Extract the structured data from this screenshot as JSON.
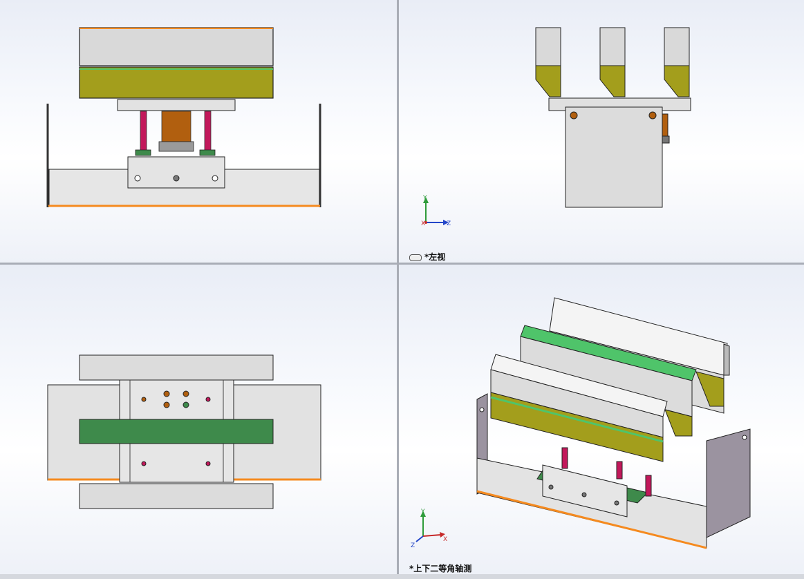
{
  "viewports": {
    "top_left": {
      "label": ""
    },
    "top_right": {
      "label": "*左视",
      "axes": {
        "y": "Y",
        "x": "X",
        "z": "Z"
      }
    },
    "bottom_left": {
      "label": ""
    },
    "bottom_right": {
      "label": "*上下二等角轴测",
      "axes": {
        "y": "Y",
        "x": "X",
        "z": "Z"
      }
    }
  },
  "colors": {
    "olive": "#a39e1c",
    "gray_block": "#d9d9d9",
    "green_strip": "#4fc46a",
    "dark_green": "#3e8a4b",
    "orange_edge": "#f58a1f",
    "magenta_rod": "#c2185b",
    "brown_block": "#b15f0f"
  }
}
